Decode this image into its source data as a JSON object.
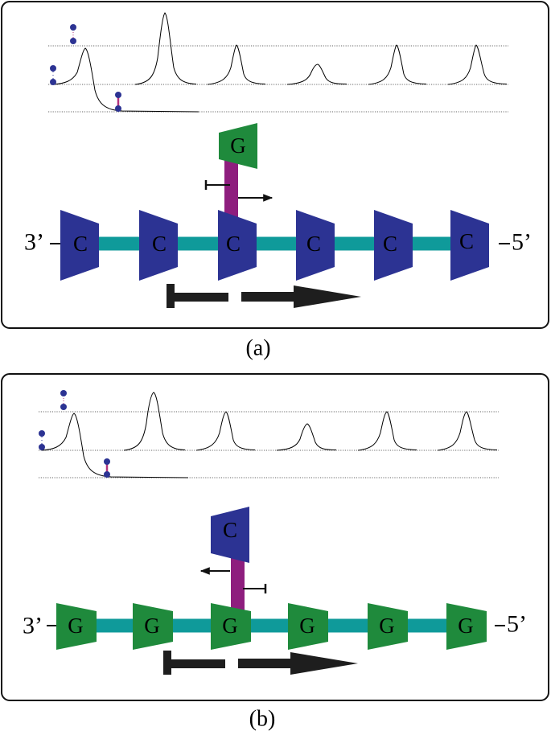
{
  "colors": {
    "c_base": "#2c3393",
    "g_base": "#1f8a3c",
    "backbone": "#0f9a9a",
    "stem": "#8e1e7e",
    "atom": "#2c3393",
    "bond": "#b2327d",
    "arrow": "#1e1e1e"
  },
  "panels": [
    {
      "caption": "(a)",
      "left_end": "3’",
      "right_end": "5’",
      "strand_bases": [
        "C",
        "C",
        "C",
        "C",
        "C",
        "C"
      ],
      "flipped_base": "G",
      "peak_heights": [
        "high",
        "high",
        "medium",
        "low",
        "medium",
        "medium"
      ]
    },
    {
      "caption": "(b)",
      "left_end": "3’",
      "right_end": "5’",
      "strand_bases": [
        "G",
        "G",
        "G",
        "G",
        "G",
        "G"
      ],
      "flipped_base": "C",
      "peak_heights": [
        "high",
        "high",
        "high",
        "medium",
        "high",
        "high"
      ]
    }
  ]
}
